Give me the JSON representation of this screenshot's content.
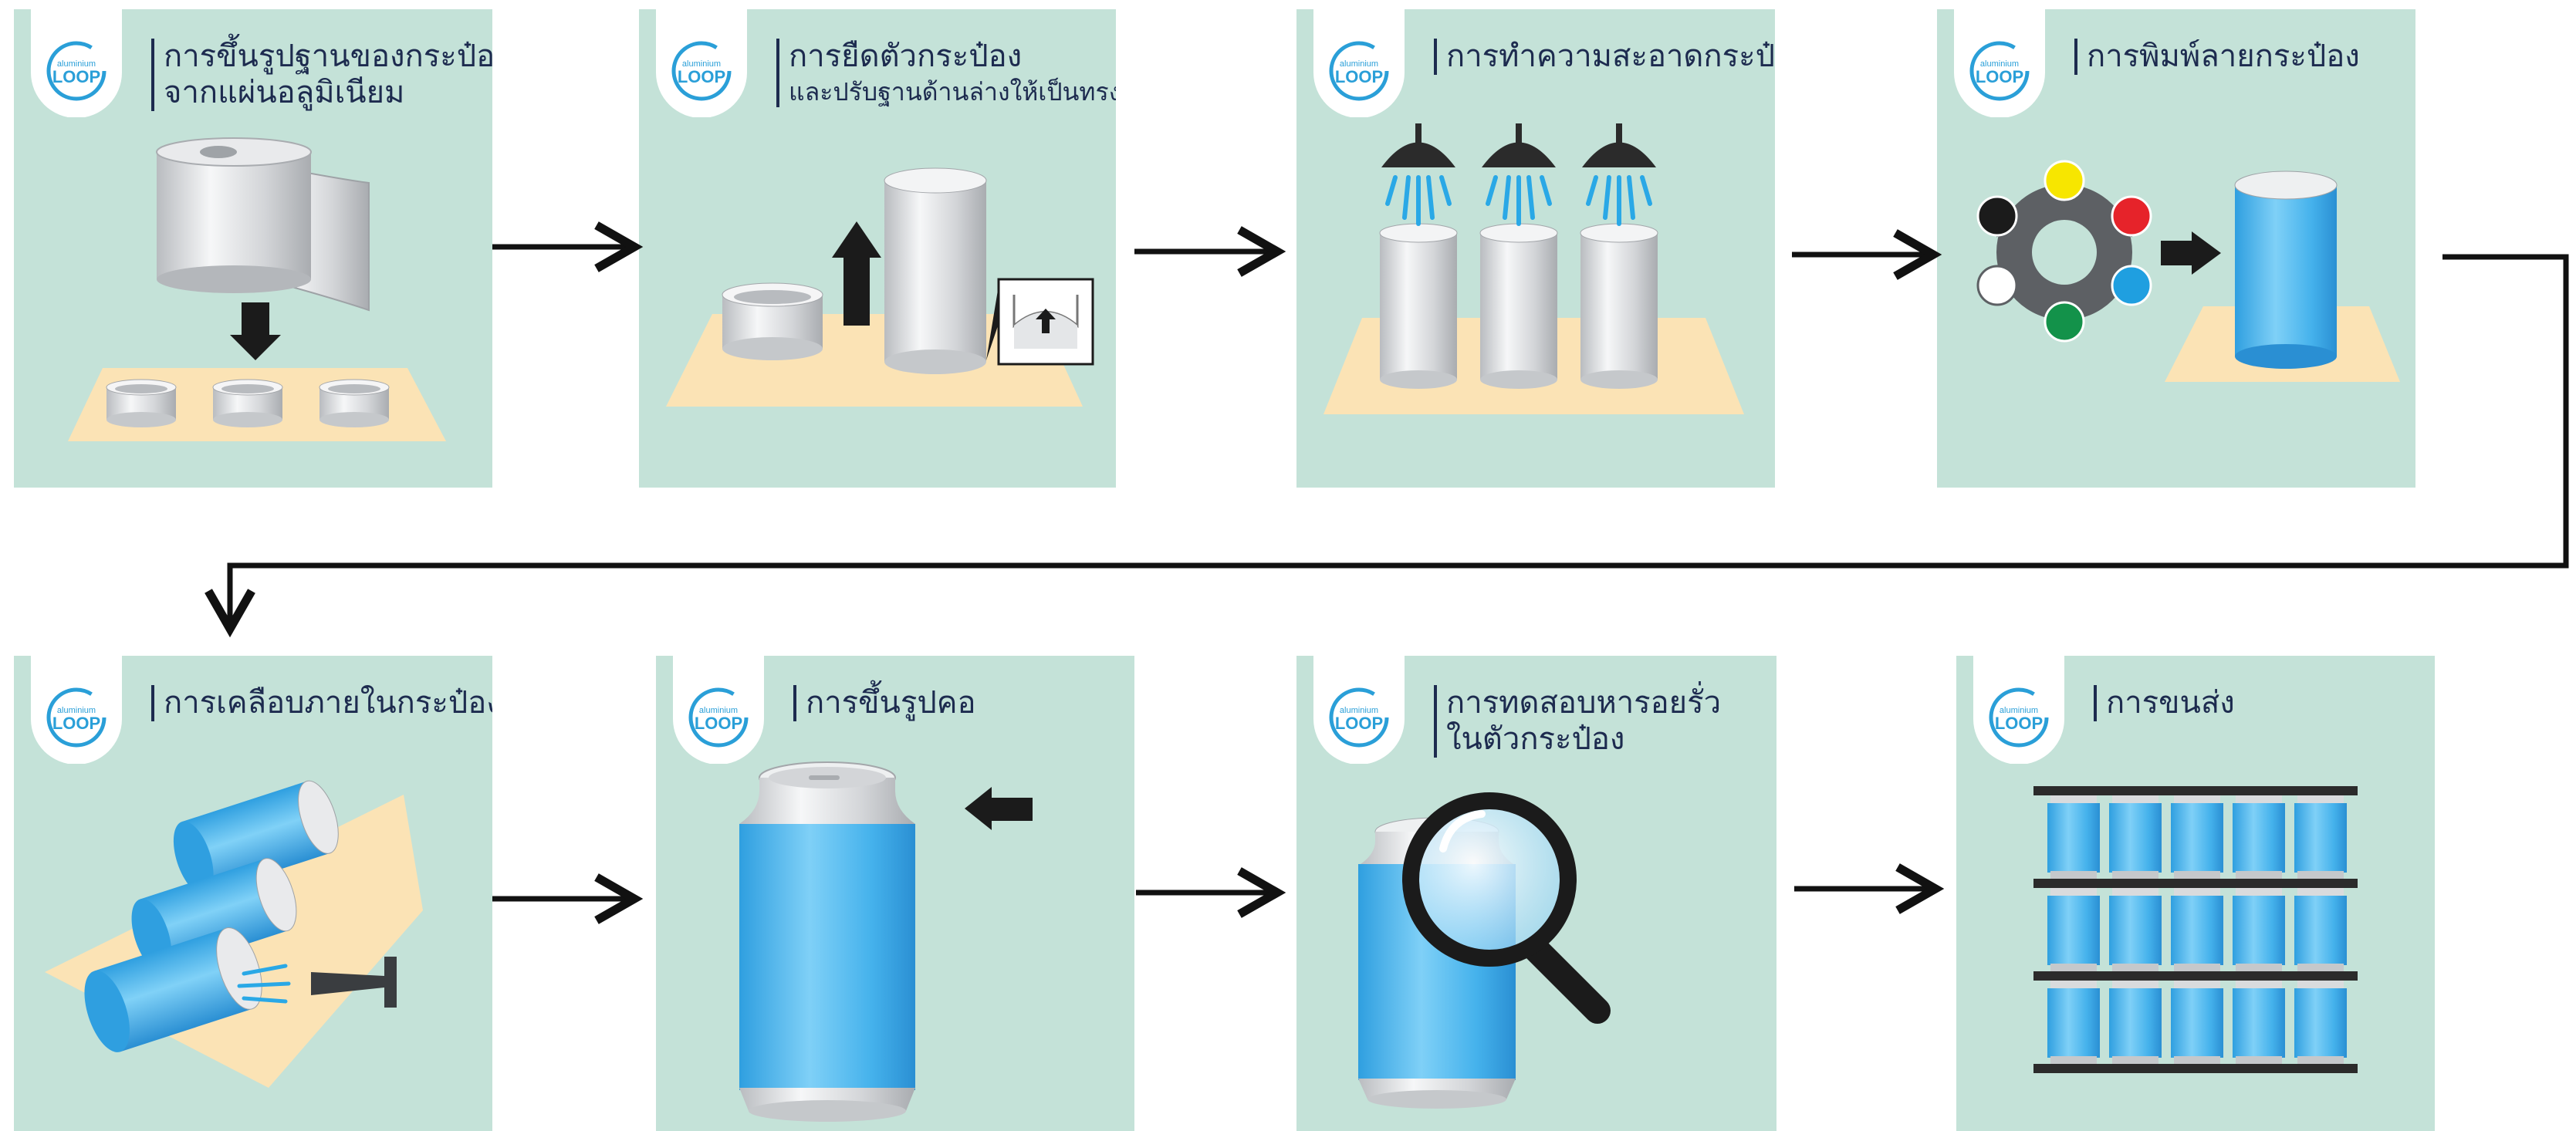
{
  "brand": {
    "logo_top": "aluminium",
    "logo_bottom": "LOOP"
  },
  "colors": {
    "panel_bg": "#c4e2d8",
    "title_text": "#1d2b4f",
    "can_blue": "#3aa9e6",
    "floor": "#fbe3b5",
    "arrow": "#111111"
  },
  "steps": [
    {
      "line1": "การขึ้นรูปฐานของกระป๋อง",
      "line2": "จากแผ่นอลูมิเนียม",
      "icon": "aluminium-roll-icon"
    },
    {
      "line1": "การยืดตัวกระป๋อง",
      "line2": "และปรับฐานด้านล่างให้เป็นทรงโดม",
      "icon": "can-stretch-icon"
    },
    {
      "line1": "การทำความสะอาดกระป๋อง",
      "line2": "",
      "icon": "shower-wash-icon"
    },
    {
      "line1": "การพิมพ์ลายกระป๋อง",
      "line2": "",
      "icon": "color-print-wheel-icon"
    },
    {
      "line1": "การเคลือบภายในกระป๋อง",
      "line2": "",
      "icon": "spray-coating-icon"
    },
    {
      "line1": "การขึ้นรูปคอ",
      "line2": "",
      "icon": "neck-forming-icon"
    },
    {
      "line1": "การทดสอบหารอยรั่ว",
      "line2": "ในตัวกระป๋อง",
      "icon": "magnifier-leak-test-icon"
    },
    {
      "line1": "การขนส่ง",
      "line2": "",
      "icon": "shipping-rack-icon"
    }
  ]
}
